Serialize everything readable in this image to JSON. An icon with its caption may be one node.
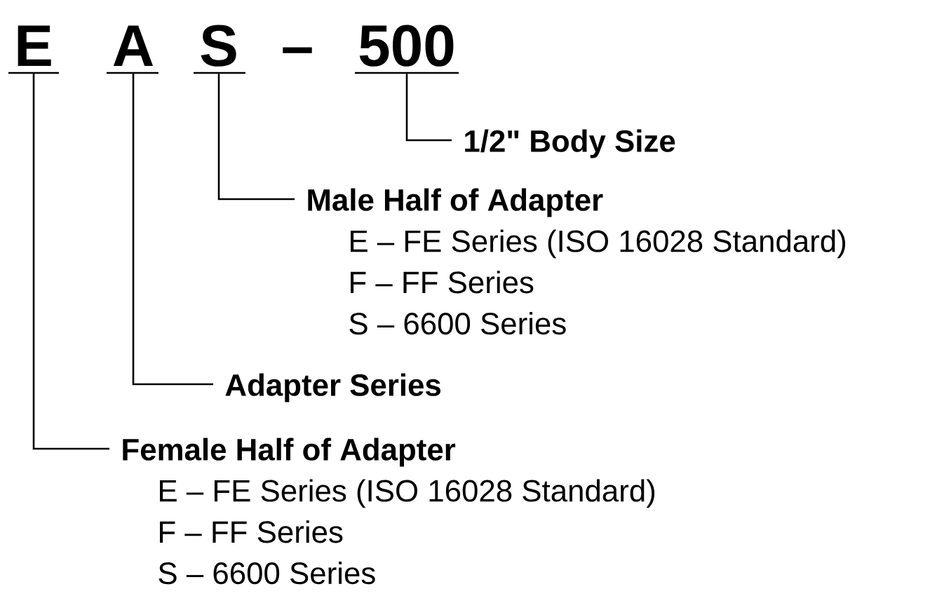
{
  "diagram": {
    "nodes": [
      {
        "text": [
          "E"
        ]
      },
      {
        "text": [
          "A"
        ]
      },
      {
        "text": [
          "S"
        ]
      },
      {
        "text": [
          "500"
        ]
      },
      {
        "text": [
          "1/2\" Body Size"
        ]
      },
      {
        "text": [
          "Male Half of Adapter",
          "E – FE Series (ISO 16028 Standard)",
          "F – FF Series",
          "S – 6600 Series"
        ]
      },
      {
        "text": [
          "Adapter Series"
        ]
      },
      {
        "text": [
          "Female Half of Adapter",
          "E – FE Series (ISO 16028 Standard)",
          "F – FF Series",
          "S – 6600 Series"
        ]
      }
    ],
    "edges": [
      {
        "from": 0,
        "to": 7,
        "arrow": "none"
      },
      {
        "from": 1,
        "to": 6,
        "arrow": "none"
      },
      {
        "from": 2,
        "to": 5,
        "arrow": "none"
      },
      {
        "from": 3,
        "to": 4,
        "arrow": "none"
      }
    ],
    "labels": [
      "–"
    ]
  }
}
